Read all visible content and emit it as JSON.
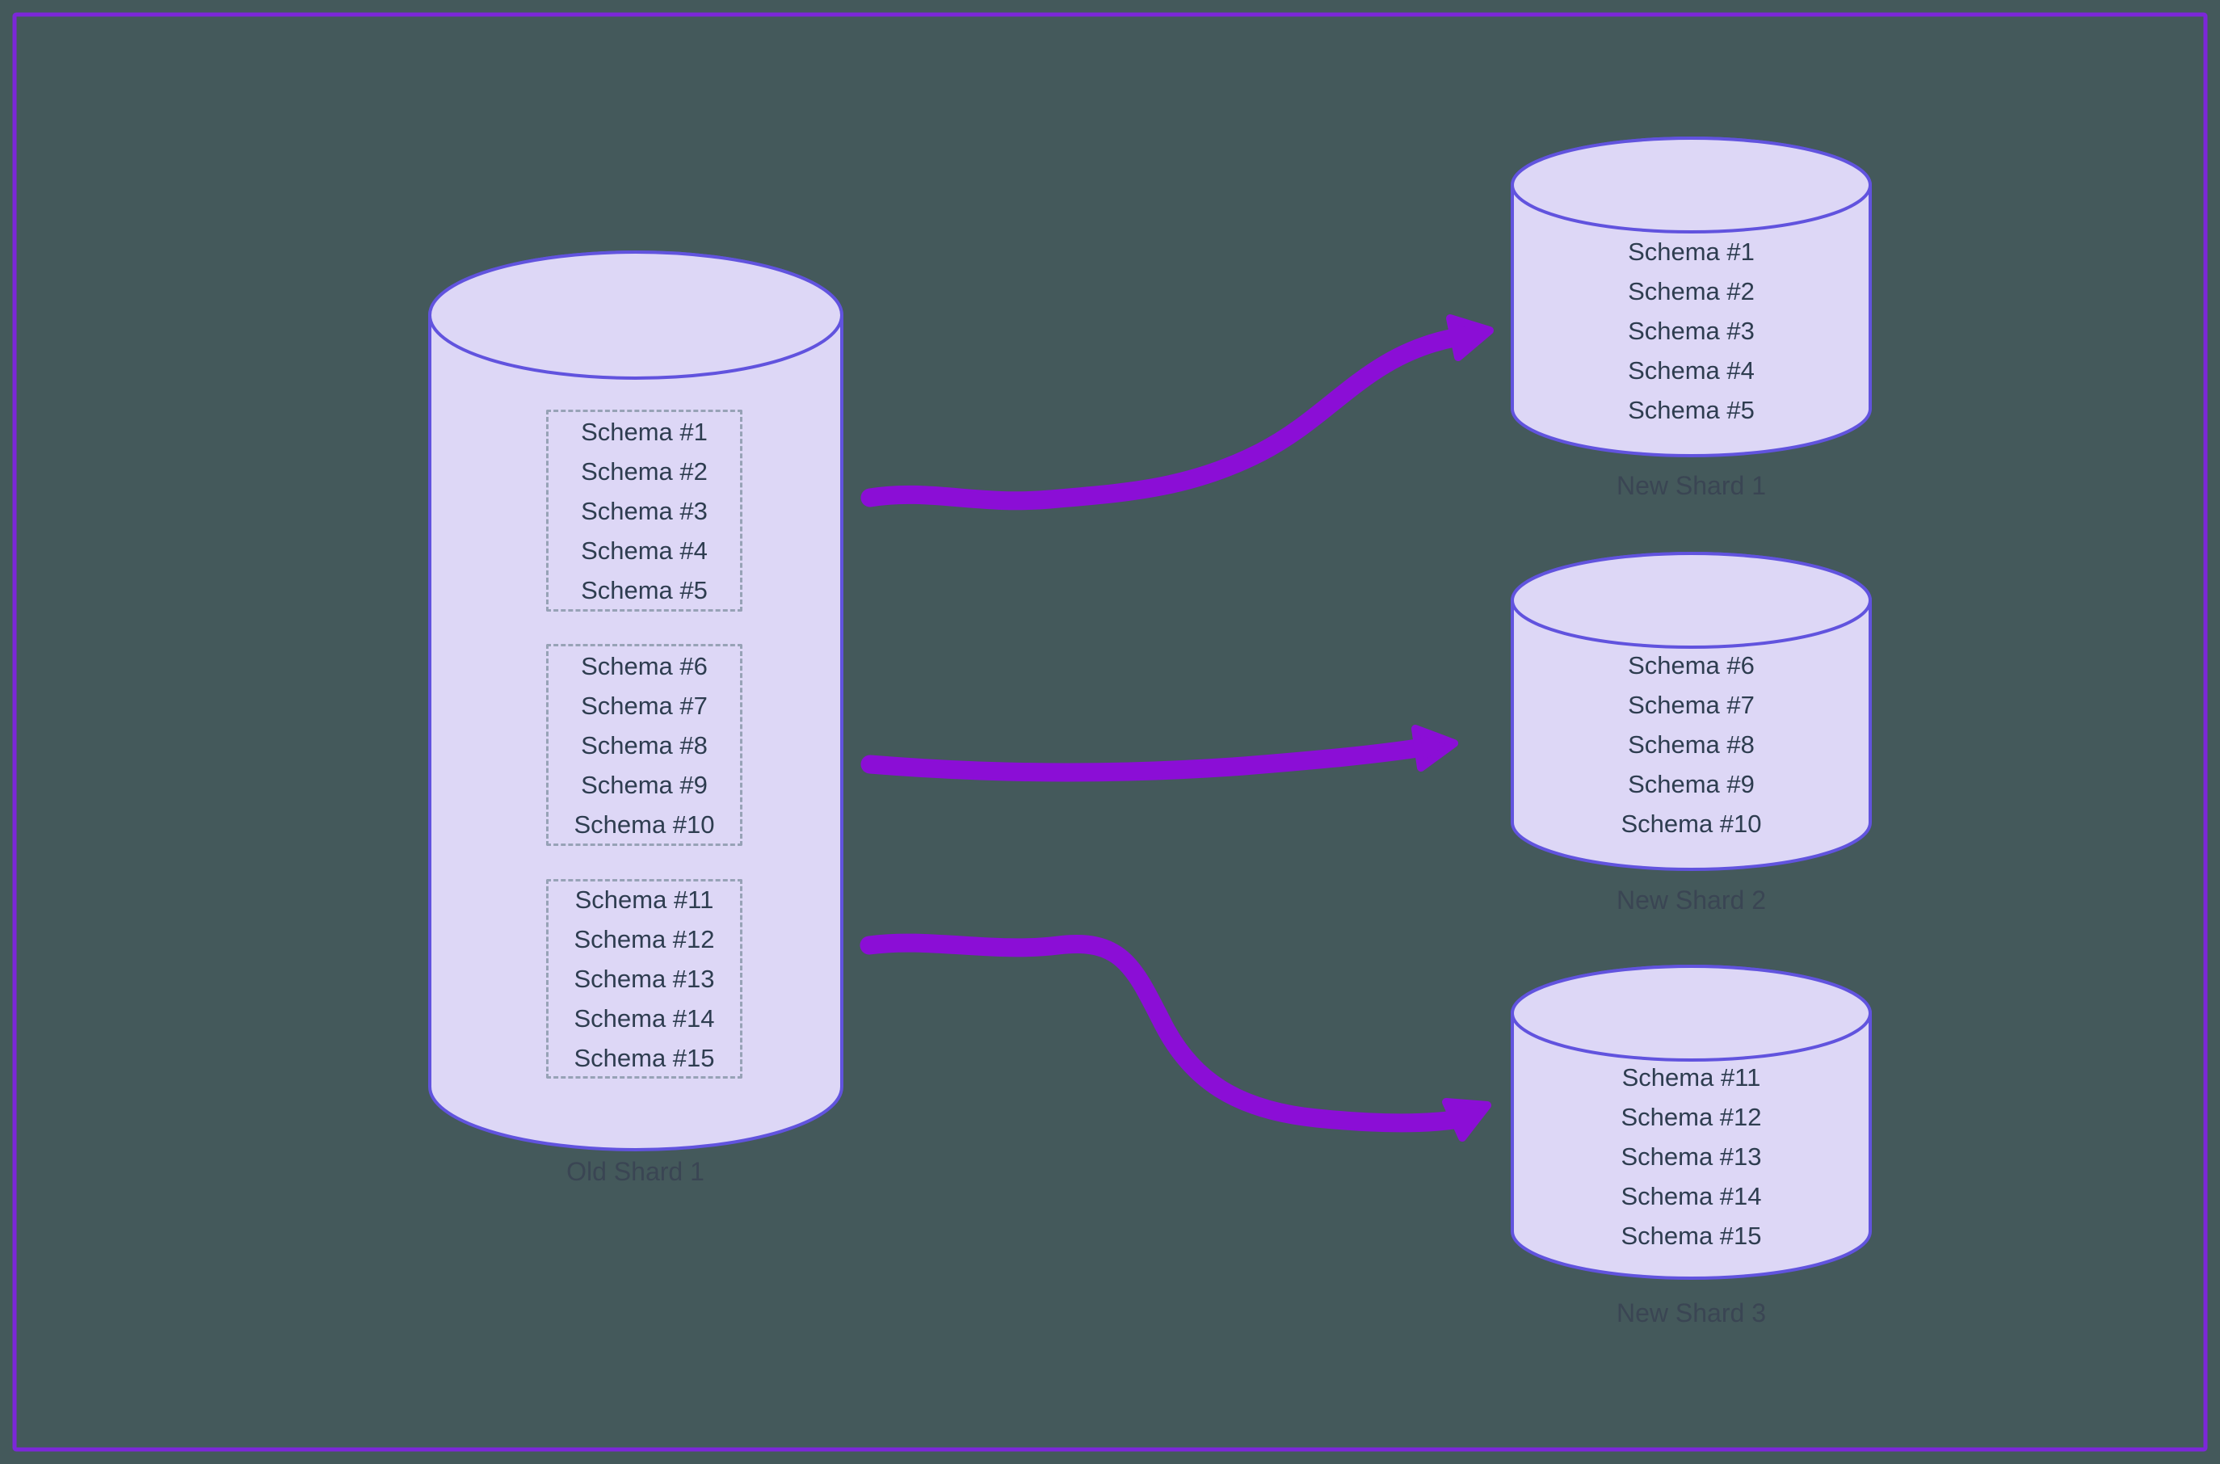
{
  "colors": {
    "background": "#44595b",
    "border_color": "#7c27d9",
    "cylinder_fill": "#ddd7f6",
    "cylinder_stroke": "#6153de",
    "dash_color": "#97a2b6",
    "arrow_color": "#8b0ed6",
    "schema_text": "#2e3d50",
    "label_text": "#3a4553"
  },
  "old_shard": {
    "label": "Old Shard 1",
    "groups": [
      {
        "items": [
          "Schema #1",
          "Schema #2",
          "Schema #3",
          "Schema #4",
          "Schema #5"
        ]
      },
      {
        "items": [
          "Schema #6",
          "Schema #7",
          "Schema #8",
          "Schema #9",
          "Schema #10"
        ]
      },
      {
        "items": [
          "Schema #11",
          "Schema #12",
          "Schema #13",
          "Schema #14",
          "Schema #15"
        ]
      }
    ]
  },
  "new_shards": [
    {
      "label": "New Shard 1",
      "items": [
        "Schema #1",
        "Schema #2",
        "Schema #3",
        "Schema #4",
        "Schema #5"
      ]
    },
    {
      "label": "New Shard 2",
      "items": [
        "Schema #6",
        "Schema #7",
        "Schema #8",
        "Schema #9",
        "Schema #10"
      ]
    },
    {
      "label": "New Shard 3",
      "items": [
        "Schema #11",
        "Schema #12",
        "Schema #13",
        "Schema #14",
        "Schema #15"
      ]
    }
  ],
  "connections": [
    {
      "from": "Old Shard 1",
      "to": "New Shard 1"
    },
    {
      "from": "Old Shard 1",
      "to": "New Shard 2"
    },
    {
      "from": "Old Shard 1",
      "to": "New Shard 3"
    }
  ]
}
